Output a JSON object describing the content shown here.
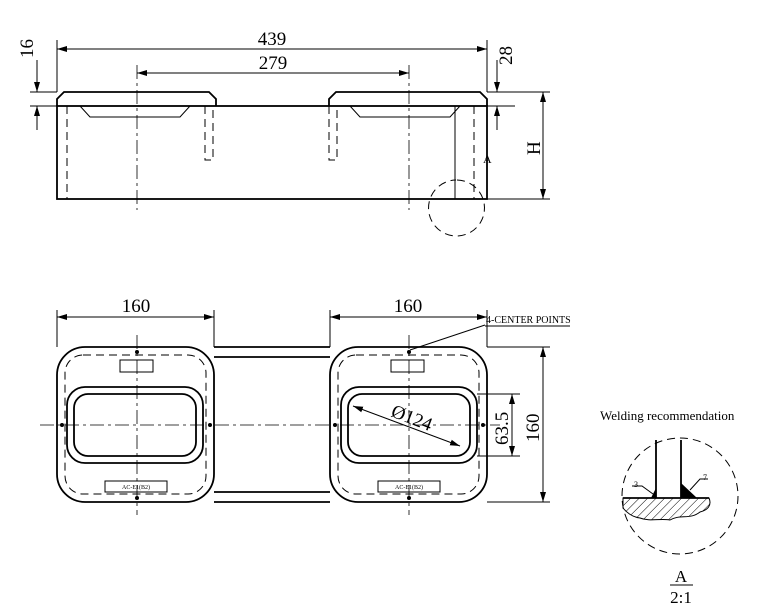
{
  "drawing": {
    "front_view": {
      "dim_total_width": "439",
      "dim_center_spacing": "279",
      "dim_top_left": "16",
      "dim_top_right": "28",
      "dim_height": "H",
      "detail_marker": "A"
    },
    "top_view": {
      "dim_left_width": "160",
      "dim_right_width": "160",
      "dim_depth": "160",
      "dim_slot": "63.5",
      "dim_diameter": "Ø124",
      "callout": "4-CENTER POINTS",
      "plate_label_left": "AC-E1(B2)",
      "plate_label_right": "AC-E1(B2)"
    },
    "detail": {
      "title": "Welding recommendation",
      "weld_left": "3",
      "weld_right": "7",
      "view_letter": "A",
      "scale": "2:1"
    }
  }
}
